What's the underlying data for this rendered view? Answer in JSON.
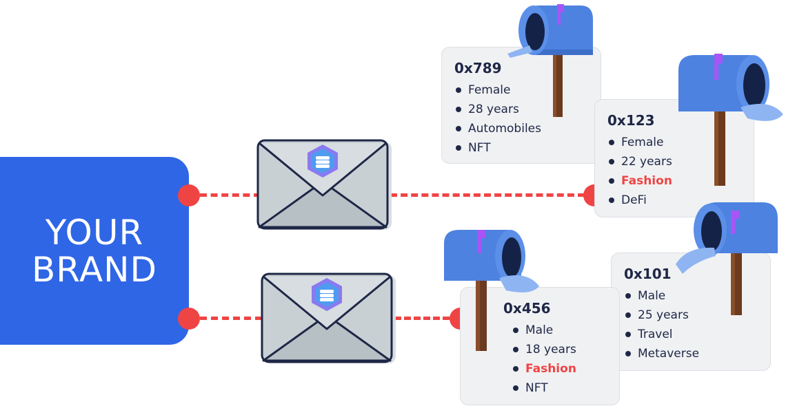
{
  "brand": {
    "line1": "YOUR",
    "line2": "BRAND"
  },
  "recipients": [
    {
      "address": "0x789",
      "traits": [
        {
          "text": "Female",
          "highlight": false
        },
        {
          "text": "28 years",
          "highlight": false
        },
        {
          "text": "Automobiles",
          "highlight": false
        },
        {
          "text": "NFT",
          "highlight": false
        }
      ]
    },
    {
      "address": "0x123",
      "traits": [
        {
          "text": "Female",
          "highlight": false
        },
        {
          "text": "22 years",
          "highlight": false
        },
        {
          "text": "Fashion",
          "highlight": true
        },
        {
          "text": "DeFi",
          "highlight": false
        }
      ]
    },
    {
      "address": "0x456",
      "traits": [
        {
          "text": "Male",
          "highlight": false
        },
        {
          "text": "18 years",
          "highlight": false
        },
        {
          "text": "Fashion",
          "highlight": true
        },
        {
          "text": "NFT",
          "highlight": false
        }
      ]
    },
    {
      "address": "0x101",
      "traits": [
        {
          "text": "Male",
          "highlight": false
        },
        {
          "text": "25 years",
          "highlight": false
        },
        {
          "text": "Travel",
          "highlight": false
        },
        {
          "text": "Metaverse",
          "highlight": false
        }
      ]
    }
  ],
  "colors": {
    "brand": "#2f66e6",
    "connector": "#ef4444",
    "highlight": "#ef4444",
    "mailbox": "#5b8fe8",
    "flag": "#a855f7",
    "envelope": "#c9d0d4"
  },
  "icons": [
    "envelope-icon",
    "hexagon-logo-icon",
    "mailbox-icon",
    "flag-icon"
  ]
}
